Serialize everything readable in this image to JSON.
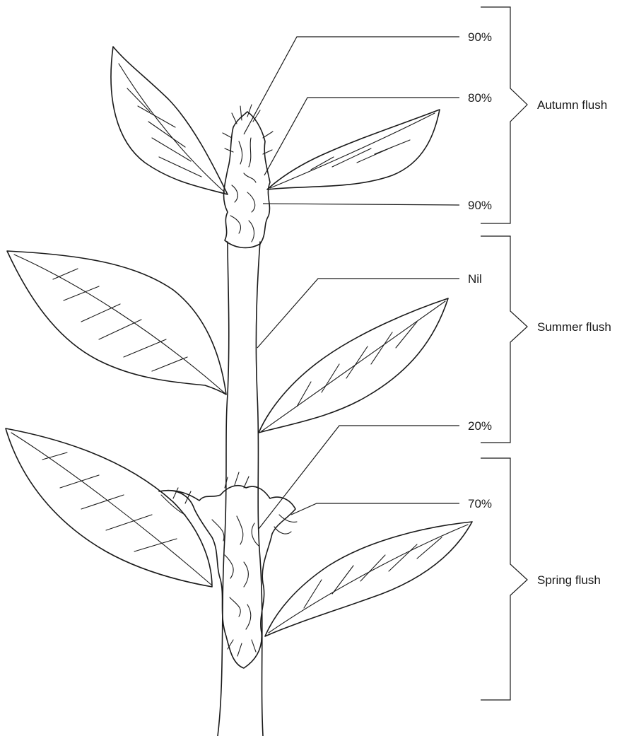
{
  "callouts": [
    {
      "id": "callout-top-tip",
      "label": "90%"
    },
    {
      "id": "callout-upper-axil",
      "label": "80%"
    },
    {
      "id": "callout-autumn-base",
      "label": "90%"
    },
    {
      "id": "callout-summer-stem",
      "label": "Nil"
    },
    {
      "id": "callout-lower-axil",
      "label": "20%"
    },
    {
      "id": "callout-spring-shoot",
      "label": "70%"
    }
  ],
  "groups": [
    {
      "id": "autumn",
      "label": "Autumn flush"
    },
    {
      "id": "summer",
      "label": "Summer flush"
    },
    {
      "id": "spring",
      "label": "Spring flush"
    }
  ]
}
